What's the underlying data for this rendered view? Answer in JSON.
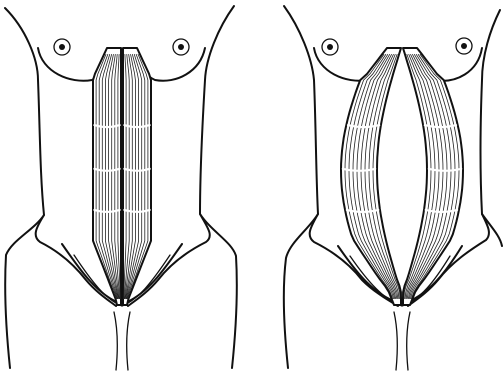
{
  "figure": {
    "panels": [
      {
        "id": "normal",
        "muscle_gap": 0.0
      },
      {
        "id": "diastasis",
        "muscle_gap": 1.0
      }
    ],
    "colors": {
      "ink": "#111111",
      "background": "#ffffff"
    }
  }
}
